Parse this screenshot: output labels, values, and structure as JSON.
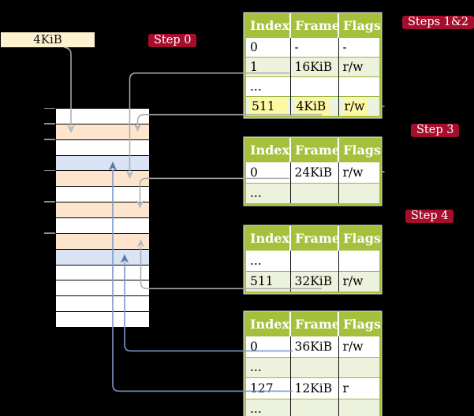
{
  "colors": {
    "canvas-bg": "#000000",
    "table-green": "#a5c13c",
    "row-green": "#edf2dc",
    "sep-green": "#9db637",
    "badge-red": "#a60e2e",
    "cream": "#fdf2d0",
    "peach": "#fce5cc",
    "frame-blue": "#d9e3f3",
    "highlight-yellow": "#fcf8a3",
    "line-gray": "#ababab",
    "arrow-gray": "#b4bac2",
    "line-blue": "#7e98c7",
    "arrow-blue": "#5878aa",
    "tick-gray": "#909090"
  },
  "cr3_box": {
    "label": "4KiB"
  },
  "badges": {
    "step0": "Step 0",
    "steps12": "Steps 1&2",
    "step3": "Step 3",
    "step4": "Step 4"
  },
  "memory": {
    "rows": [
      "white",
      "peach",
      "white",
      "blue",
      "peach",
      "white",
      "peach",
      "white",
      "peach",
      "blue",
      "white",
      "white",
      "white",
      "white"
    ]
  },
  "tables": [
    {
      "name": "page-table-steps-1-2",
      "header": [
        "Index",
        "Frame",
        "Flags"
      ],
      "rows": [
        {
          "cells": [
            "0",
            "-",
            "-"
          ]
        },
        {
          "cells": [
            "1",
            "16KiB",
            "r/w"
          ]
        },
        {
          "cells": [
            "...",
            "",
            ""
          ]
        },
        {
          "cells": [
            "511",
            "4KiB",
            "r/w"
          ]
        }
      ]
    },
    {
      "name": "page-table-step-3",
      "header": [
        "Index",
        "Frame",
        "Flags"
      ],
      "rows": [
        {
          "cells": [
            "0",
            "24KiB",
            "r/w"
          ]
        },
        {
          "cells": [
            "...",
            "",
            ""
          ]
        }
      ]
    },
    {
      "name": "page-table-step-4",
      "header": [
        "Index",
        "Frame",
        "Flags"
      ],
      "rows": [
        {
          "cells": [
            "...",
            "",
            ""
          ]
        },
        {
          "cells": [
            "511",
            "32KiB",
            "r/w"
          ]
        }
      ]
    },
    {
      "name": "page-table-bottom",
      "header": [
        "Index",
        "Frame",
        "Flags"
      ],
      "rows": [
        {
          "cells": [
            "0",
            "36KiB",
            "r/w"
          ]
        },
        {
          "cells": [
            "...",
            "",
            ""
          ]
        },
        {
          "cells": [
            "127",
            "12KiB",
            "r"
          ]
        },
        {
          "cells": [
            "...",
            "",
            ""
          ]
        }
      ]
    }
  ]
}
